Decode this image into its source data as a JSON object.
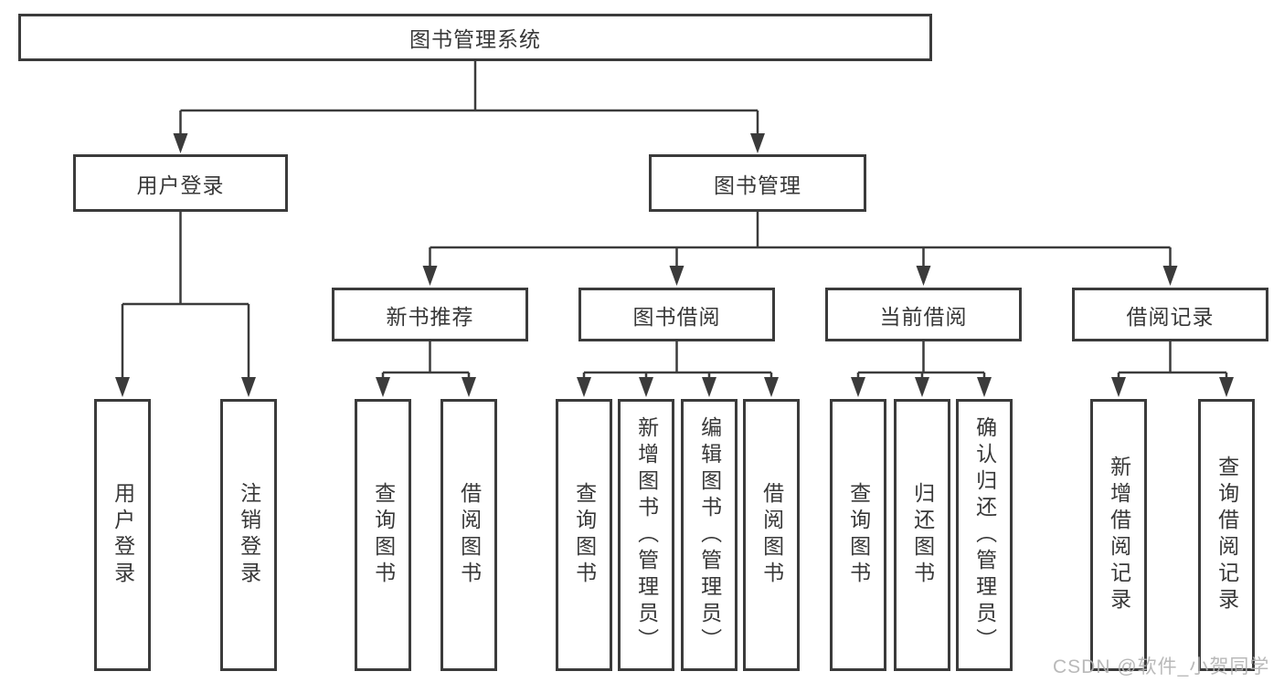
{
  "tree": {
    "label": "图书管理系统",
    "children": [
      {
        "label": "用户登录",
        "children": [
          {
            "label": "用户登录"
          },
          {
            "label": "注销登录"
          }
        ]
      },
      {
        "label": "图书管理",
        "children": [
          {
            "label": "新书推荐",
            "children": [
              {
                "label": "查询图书"
              },
              {
                "label": "借阅图书"
              }
            ]
          },
          {
            "label": "图书借阅",
            "children": [
              {
                "label": "查询图书"
              },
              {
                "label": "新增图书（管理员）"
              },
              {
                "label": "编辑图书（管理员）"
              },
              {
                "label": "借阅图书"
              }
            ]
          },
          {
            "label": "当前借阅",
            "children": [
              {
                "label": "查询图书"
              },
              {
                "label": "归还图书"
              },
              {
                "label": "确认归还（管理员）"
              }
            ]
          },
          {
            "label": "借阅记录",
            "children": [
              {
                "label": "新增借阅记录"
              },
              {
                "label": "查询借阅记录"
              }
            ]
          }
        ]
      }
    ]
  },
  "watermark": {
    "text": "CSDN @软件_小贺同学"
  },
  "colors": {
    "line": "#3b3b3b",
    "box_border": "#3b3b3b",
    "text": "#383838",
    "watermark": "#b1b1b1",
    "background": "#ffffff"
  }
}
